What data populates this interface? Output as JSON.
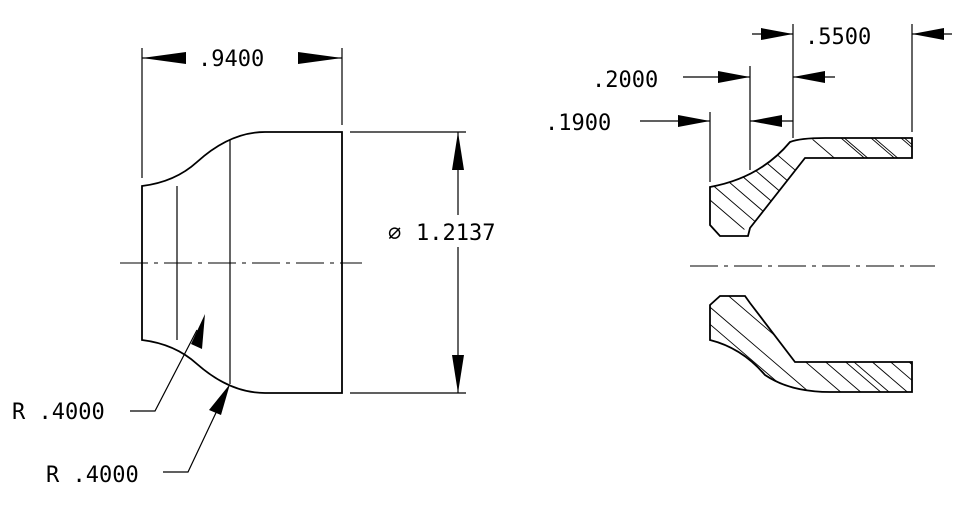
{
  "dimensions": {
    "overall_length": ".9400",
    "outer_diameter": "1.2137",
    "diameter_symbol": "∅",
    "radius_upper": "R .4000",
    "radius_lower": "R .4000",
    "dim_5500": ".5500",
    "dim_2000": ".2000",
    "dim_1900": ".1900"
  }
}
